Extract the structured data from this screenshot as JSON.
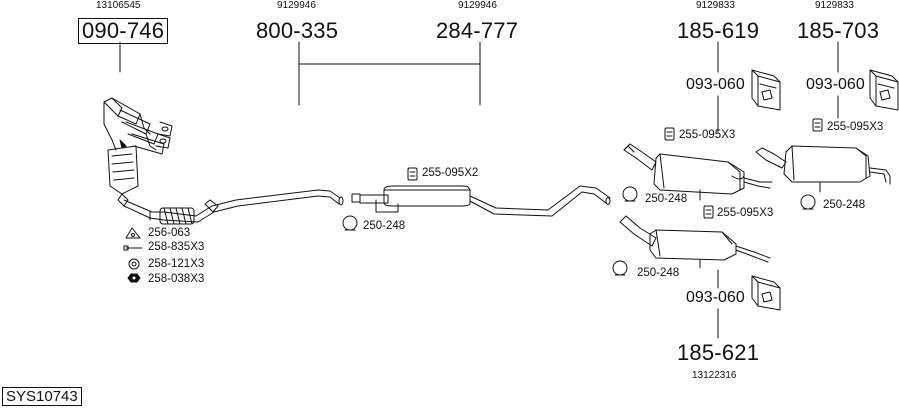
{
  "diagram": {
    "system_code": "SYS10743",
    "reference_numbers": {
      "manifold_ref": "13106545",
      "front_pipe_ref": "9129946",
      "mid_section_ref": "9129946",
      "rear_left_ref": "9129833",
      "rear_right_ref": "9129833",
      "rear_bottom_ref": "13122316"
    },
    "part_numbers": {
      "manifold": "090-746",
      "front_pipe": "800-335",
      "mid_section": "284-777",
      "rear_left": "185-619",
      "rear_right": "185-703",
      "rear_bottom": "185-621"
    },
    "fitting_labels": {
      "mount_kit_left": "093-060",
      "mount_kit_right": "093-060",
      "mount_kit_bottom": "093-060",
      "clamp_center": "255-095X2",
      "clamp_rear_left": "255-095X3",
      "clamp_rear_right": "255-095X3",
      "clamp_rear_bottom": "255-095X3",
      "ring_center": "250-248",
      "ring_rear_left": "250-248",
      "ring_rear_right": "250-248",
      "ring_rear_bottom": "250-248",
      "gasket_front": "256-063",
      "bolt_front": "258-835X3",
      "washer_front": "258-121X3",
      "nut_front": "258-038X3"
    }
  }
}
